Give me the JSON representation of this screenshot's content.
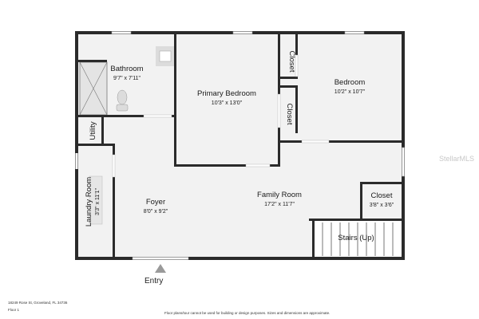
{
  "rooms": {
    "bathroom": {
      "name": "Bathroom",
      "dims": "9'7\" x 7'11\""
    },
    "primary_bedroom": {
      "name": "Primary Bedroom",
      "dims": "10'3\" x 13'0\""
    },
    "bedroom": {
      "name": "Bedroom",
      "dims": "10'2\" x 10'7\""
    },
    "closet_top": {
      "name": "Closet"
    },
    "closet_mid": {
      "name": "Closet"
    },
    "utility": {
      "name": "Utility"
    },
    "laundry": {
      "name": "Laundry Room",
      "dims": "3'3\" x 11'1\""
    },
    "foyer": {
      "name": "Foyer",
      "dims": "8'0\" x 9'2\""
    },
    "family_room": {
      "name": "Family Room",
      "dims": "17'2\" x 11'7\""
    },
    "closet_right": {
      "name": "Closet",
      "dims": "3'8\" x 3'6\""
    },
    "stairs": {
      "name": "Stairs (Up)"
    }
  },
  "entry_label": "Entry",
  "watermark": "StellarMLS",
  "footer": {
    "address": "18249 Rose St, Groveland, FL 34736",
    "floor": "Floor 1",
    "disclaimer": "Floor plans/tour cannot be used for building or design purposes. Sizes and dimensions are approximate."
  },
  "colors": {
    "wall": "#2b2b2b",
    "floor": "#f2f2f2",
    "stairs": "#ffffff",
    "fixture": "#d8d8d8"
  }
}
